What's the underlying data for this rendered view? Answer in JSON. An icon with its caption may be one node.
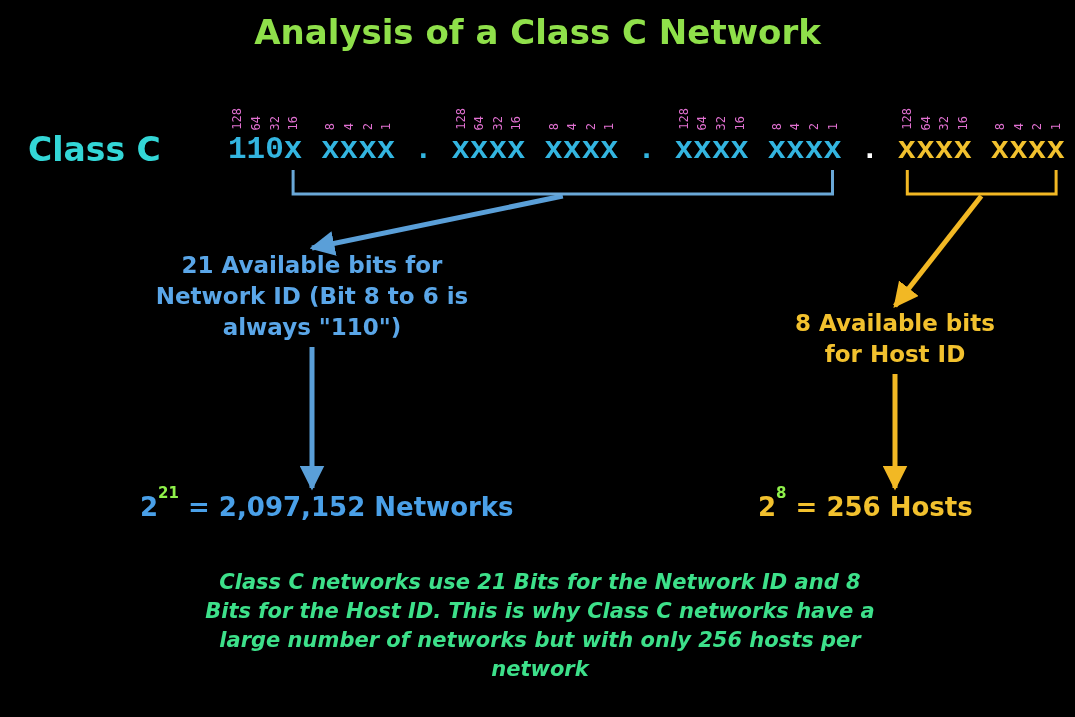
{
  "diagram": {
    "title": "Analysis of a Class C Network",
    "nodes": [
      {
        "text": [
          "110x xxxx . xxxx xxxx . xxxx xxxx"
        ]
      },
      {
        "text": [
          "xxxx xxxx"
        ]
      },
      {
        "text": [
          "21 Available bits for Network ID (Bit 8 to 6 is always \"110\")"
        ]
      },
      {
        "text": [
          "8 Available bits for Host ID"
        ]
      },
      {
        "text": [
          "2$^{21}$ = 2,097,152 Networks"
        ]
      },
      {
        "text": [
          "2$^{8}$ = 256 Hosts"
        ]
      }
    ],
    "edges": [
      {
        "from": 0,
        "to": 2,
        "arrow": "to",
        "color": "#5a9fd8"
      },
      {
        "from": 1,
        "to": 3,
        "arrow": "to",
        "color": "#f2b824"
      },
      {
        "from": 2,
        "to": 4,
        "arrow": "to",
        "color": "#5a9fd8"
      },
      {
        "from": 3,
        "to": 5,
        "arrow": "to",
        "color": "#f2b824"
      }
    ],
    "labels": [
      "Class C",
      "128",
      "64",
      "32",
      "16",
      "8",
      "4",
      "2",
      "1",
      "128",
      "64",
      "32",
      "16",
      "8",
      "4",
      "2",
      "1",
      "128",
      "64",
      "32",
      "16",
      "8",
      "4",
      "2",
      "1",
      "128",
      "64",
      "32",
      "16",
      "8",
      "4",
      "2",
      "1",
      "."
    ],
    "caption": "Class C networks use 21 Bits for the Network ID and 8 Bits for the Host ID. This is why Class C networks have  a large number of networks but with only 256 hosts per network"
  }
}
